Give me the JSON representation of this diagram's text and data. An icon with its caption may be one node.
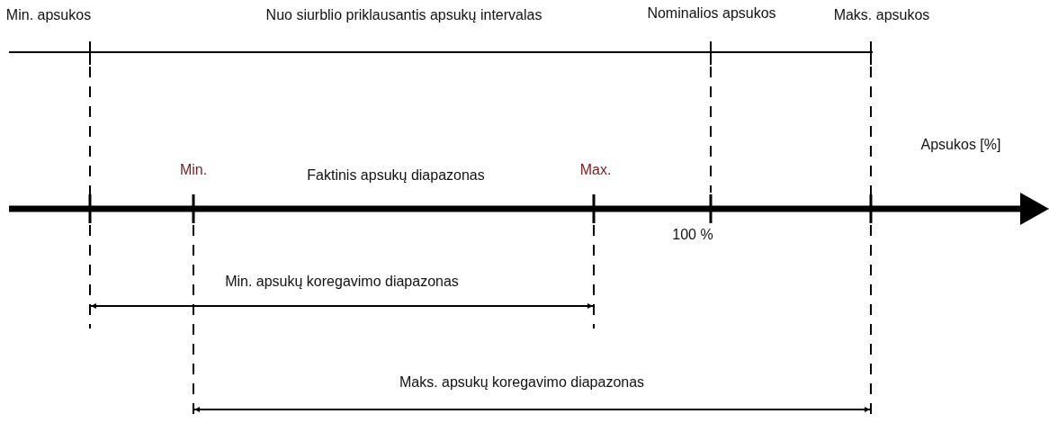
{
  "diagram": {
    "labels": [
      "Min. apsukos",
      "Nuo siurblio priklausantis apsukų intervalas",
      "Nominalios apsukos",
      "Maks. apsukos",
      "Apsukos [%]",
      "Min.",
      "Faktinis apsukų diapazonas",
      "Max.",
      "100 %",
      "Min. apsukų koregavimo diapazonas",
      "Maks. apsukų koregavimo diapazonas"
    ]
  }
}
